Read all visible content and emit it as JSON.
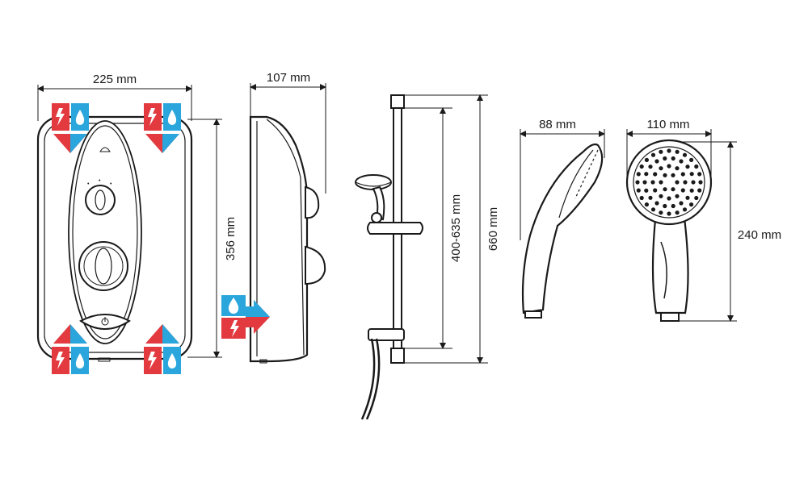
{
  "dimensions": {
    "unit_width": "225 mm",
    "unit_height": "356 mm",
    "unit_depth": "107 mm",
    "rail_adjust": "400-635 mm",
    "rail_length": "660 mm",
    "handset_depth": "88 mm",
    "handset_width": "110 mm",
    "handset_height": "240 mm"
  },
  "colors": {
    "electric": "#e23a3f",
    "water": "#2aa6dc",
    "line": "#1a1a1a",
    "background": "#ffffff"
  },
  "icons": [
    "electric-bolt-icon",
    "water-drop-icon",
    "arrow-down-icon",
    "arrow-up-icon",
    "arrow-right-icon"
  ]
}
